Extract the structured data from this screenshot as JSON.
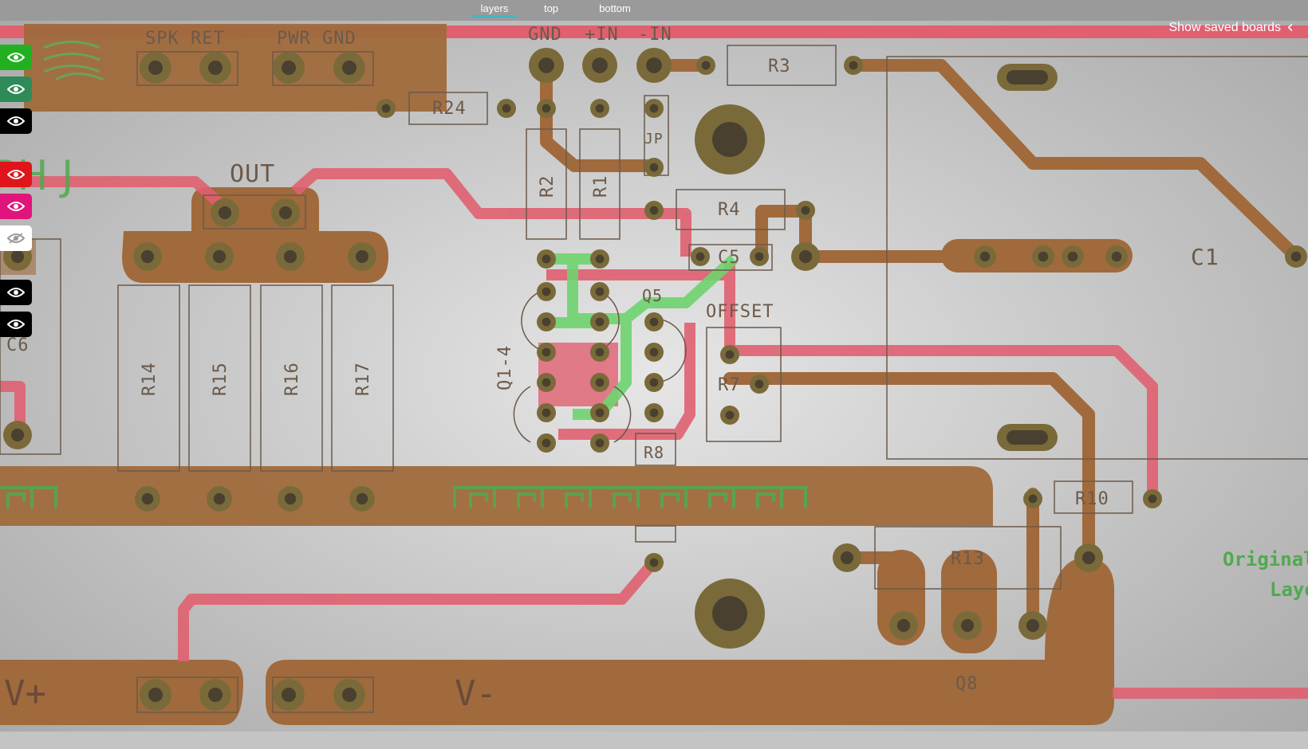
{
  "tabs": [
    {
      "label": "layers",
      "active": true
    },
    {
      "label": "top",
      "active": false
    },
    {
      "label": "bottom",
      "active": false
    }
  ],
  "saved_boards": {
    "label": "Show saved boards",
    "icon": "chevron-left-icon"
  },
  "layer_toggles": [
    {
      "color": "#22b022",
      "icon": "eye-icon",
      "visible": true
    },
    {
      "color": "#2e8b57",
      "icon": "eye-icon",
      "visible": true
    },
    {
      "color": "#000000",
      "icon": "eye-icon",
      "visible": true
    },
    {
      "color": "#e0151c",
      "icon": "eye-icon",
      "visible": true
    },
    {
      "color": "#e0147a",
      "icon": "eye-icon",
      "visible": true
    },
    {
      "color": "#ffffff",
      "icon": "eye-off-icon",
      "visible": false
    },
    {
      "color": "#000000",
      "icon": "eye-icon",
      "visible": true
    },
    {
      "color": "#000000",
      "icon": "eye-icon",
      "visible": true
    }
  ],
  "labels": {
    "spk_ret": "SPK RET",
    "pwr_gnd": "PWR GND",
    "gnd": "GND",
    "plus_in": "+IN",
    "minus_in": "-IN",
    "r3": "R3",
    "r24": "R24",
    "jp": "JP",
    "r2": "R2",
    "r1": "R1",
    "r4": "R4",
    "c5": "C5",
    "c1": "C1",
    "out": "OUT",
    "ph_j": "PH J",
    "q5": "Q5",
    "offset": "OFFSET",
    "q1_4": "Q1-4",
    "r7": "R7",
    "r8": "R8",
    "c6": "C6",
    "r14": "R14",
    "r15": "R15",
    "r16": "R16",
    "r17": "R17",
    "r10": "R10",
    "r13": "R13",
    "q8": "Q8",
    "v_plus": "V+",
    "v_minus": "V-",
    "original": "Original",
    "layout_partial": "Layo"
  },
  "colors": {
    "copper": "#a06a3c",
    "red_trace": "#e06070",
    "green_trace": "#6fd46f",
    "pad": "#7a6a3a",
    "silkscreen": "#6b5a4a",
    "accent_tab": "#3fb7c9"
  }
}
